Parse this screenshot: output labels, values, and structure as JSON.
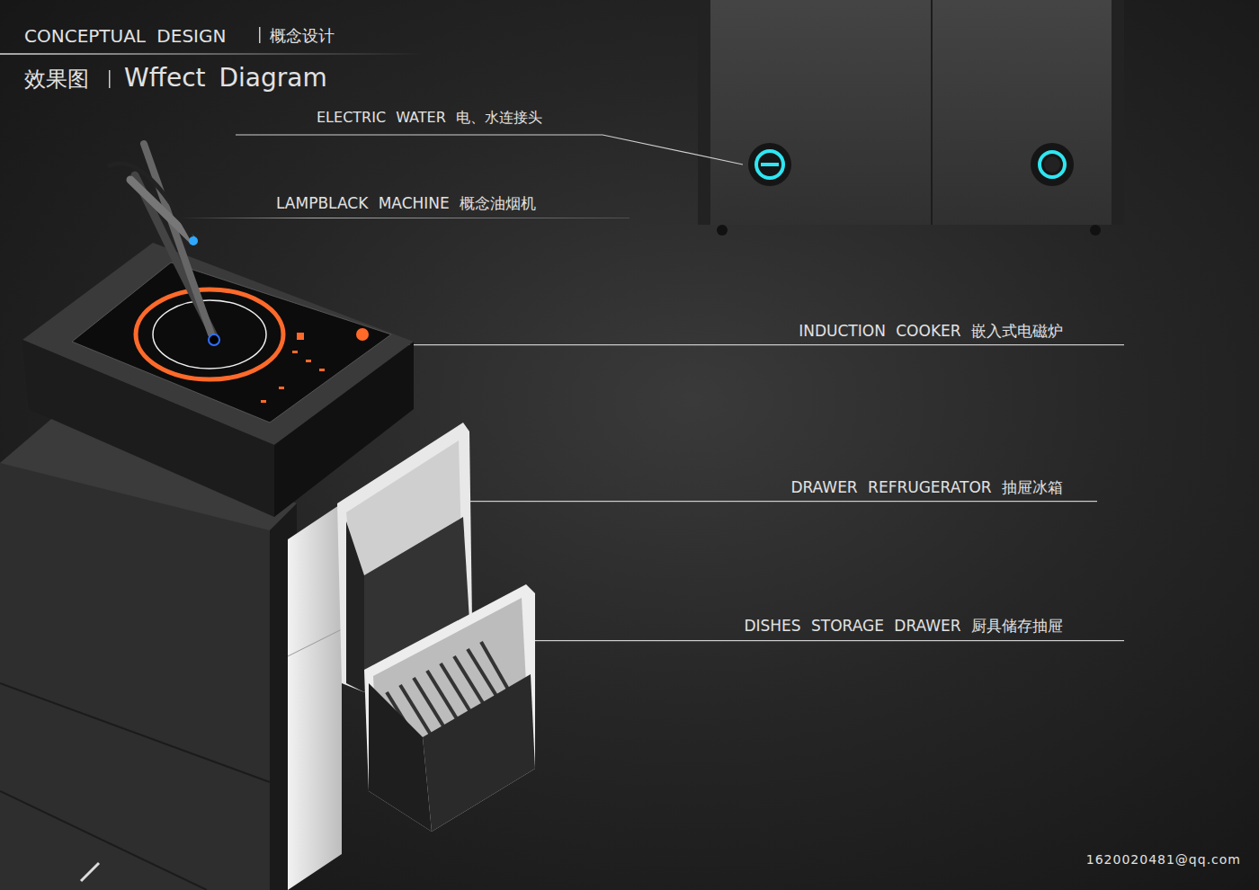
{
  "diagram": {
    "labels": [
      "CONCEPTUAL DESIGN",
      "概念设计",
      "效果图",
      "Wffect Diagram",
      "ELECTRIC WATER 电、水连接头",
      "LAMPBLACK MACHINE 概念油烟机",
      "INDUCTION COOKER 嵌入式电磁炉",
      "DRAWER REFRUGERATOR 抽屉冰箱",
      "DISHES STORAGE DRAWER 厨具储存抽屉",
      "1620020481@qq.com"
    ]
  }
}
